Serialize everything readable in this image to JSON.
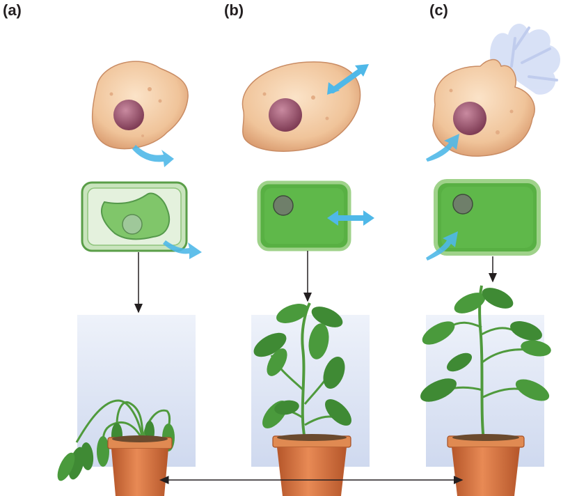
{
  "panels": [
    {
      "label": "(a)"
    },
    {
      "label": "(b)"
    },
    {
      "label": "(c)"
    }
  ],
  "colors": {
    "arrow": "#4fb8e8",
    "animal_cell": "#f2c9a0",
    "nucleus": "#a3576e",
    "plant_cell": "#5cb545",
    "plant_wall": "#9fd28a",
    "leaf": "#3f9a3a",
    "pot": "#d9713e",
    "soil": "#6b4a2e",
    "panel_bg": "#dfe7f5"
  },
  "icons": [
    "water-arrow-icon",
    "down-arrow-icon",
    "double-headed-arrow-icon"
  ]
}
